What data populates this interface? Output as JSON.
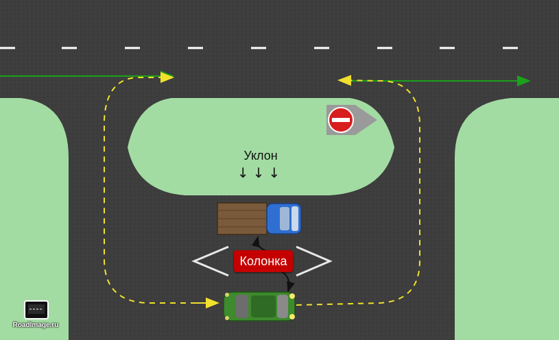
{
  "scene": {
    "slope_label": "Уклон",
    "slope_arrows": "↓↓↓",
    "pump_label": "Колонка",
    "watermark": "RoadImage.ru",
    "sign": "no-entry-sign-icon",
    "colors": {
      "asphalt": "#3d3d3d",
      "grass": "#a3dca3",
      "lane_marking": "#ffffff",
      "route_dashed": "#f2e12c",
      "direction_arrow": "#1aa21a",
      "pump_label_bg": "#c40000",
      "truck_body": "#2f6fd1",
      "truck_bed": "#7a5a3a",
      "car_body": "#3e8a2e"
    }
  }
}
